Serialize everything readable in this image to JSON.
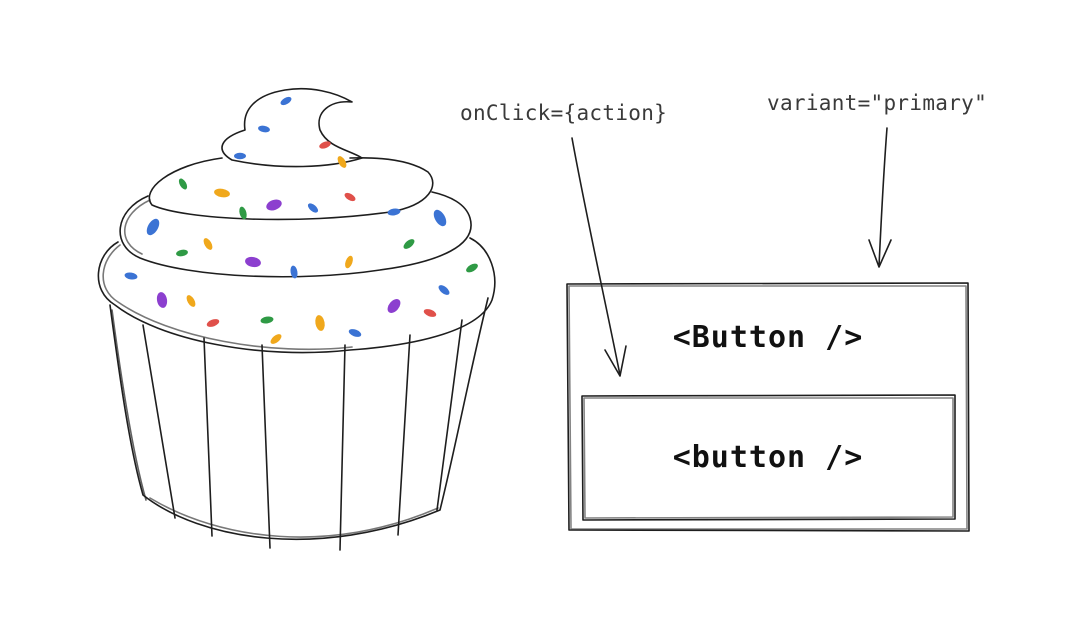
{
  "annotations": {
    "onclick": "onClick={action}",
    "variant": "variant=\"primary\""
  },
  "components": {
    "outer_label": "<Button />",
    "inner_label": "<button />"
  },
  "illustration": {
    "icon": "cupcake-icon",
    "sprinkle_colors": [
      "#3b73d4",
      "#f0a81c",
      "#2f9a45",
      "#e0504a",
      "#8c3fcf"
    ]
  },
  "colors": {
    "ink": "#1e1e1e",
    "annotation_ink": "#3a3a3a",
    "background": "#ffffff"
  }
}
